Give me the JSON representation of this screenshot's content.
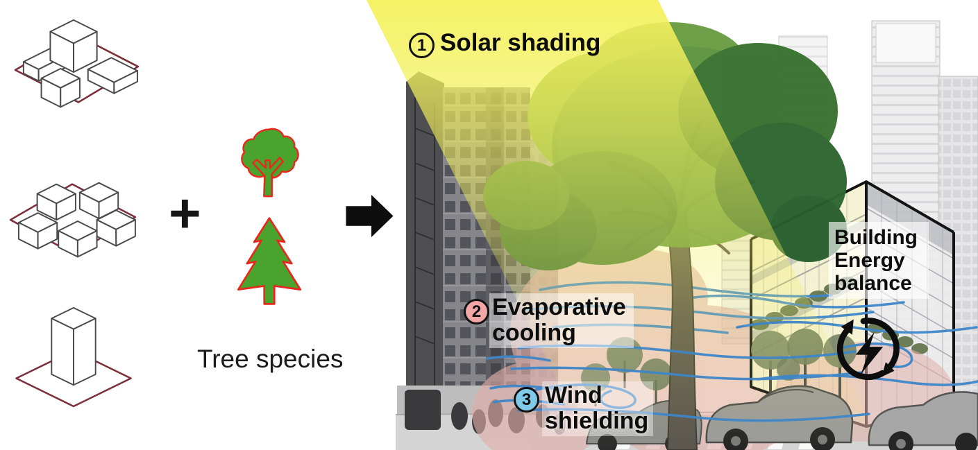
{
  "left_panel": {
    "morphologies": [
      {
        "icon": "slab-blocks-morphology-icon"
      },
      {
        "icon": "courtyard-blocks-morphology-icon"
      },
      {
        "icon": "single-tower-morphology-icon"
      }
    ],
    "plus_sign": "+",
    "trees": {
      "icons": [
        {
          "icon": "deciduous-tree-icon"
        },
        {
          "icon": "conifer-tree-icon"
        }
      ],
      "label": "Tree species"
    },
    "arrow_icon": "right-arrow-icon"
  },
  "scene": {
    "annotations": [
      {
        "number": "1",
        "label": "Solar shading",
        "badge_color": "transparent"
      },
      {
        "number": "2",
        "label": "Evaporative cooling",
        "badge_color": "#f2a6a6"
      },
      {
        "number": "3",
        "label": "Wind shielding",
        "badge_color": "#7fc9e9"
      }
    ],
    "energy": {
      "label": "Building Energy balance",
      "icon": "energy-cycle-icon"
    },
    "colors": {
      "sunbeam_yellow": "#f4f15c",
      "wind_blue": "#3e86c9",
      "cooling_zone_pink": "#e2aea9",
      "canopy_green": "#5e9340",
      "tree_icon_green": "#4aa32c",
      "tree_icon_outline_red": "#e8281e",
      "morphology_base_maroon": "#7d2e3a"
    }
  }
}
